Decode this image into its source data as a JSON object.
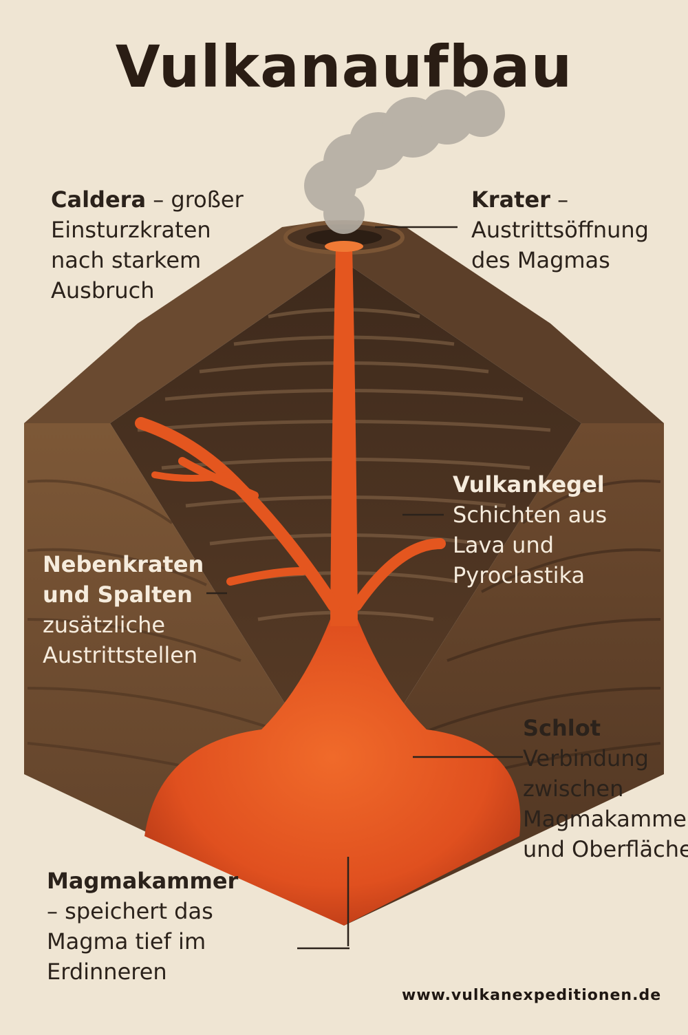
{
  "title": "Vulkanaufbau",
  "labels": {
    "caldera": {
      "head": "Caldera",
      "head_rest": " – großer",
      "lines": [
        "Einsturzkraten",
        "nach starkem",
        "Ausbruch"
      ]
    },
    "krater": {
      "head": "Krater",
      "head_rest": " –",
      "lines": [
        "Austrittsöffnung",
        "des Magmas"
      ]
    },
    "vulkankegel": {
      "head": "Vulkankegel",
      "lines": [
        "Schichten aus",
        "Lava und",
        "Pyroclastika"
      ]
    },
    "nebenkrater": {
      "head_lines": [
        "Nebenkraten",
        "und Spalten"
      ],
      "lines": [
        "zusätzliche",
        "Austrittstellen"
      ]
    },
    "schlot": {
      "head": "Schlot",
      "lines": [
        "Verbindung",
        "zwischen",
        "Magmakammer",
        "und Oberfläche"
      ]
    },
    "magmakammer": {
      "head": "Magmakammer",
      "lines": [
        "– speichert das",
        "Magma tief im",
        "Erdinneren"
      ]
    }
  },
  "footer": "www.vulkanexpeditionen.de",
  "colors": {
    "background": "#efe5d3",
    "magma": "#e0501f",
    "rock_dark": "#4a3322",
    "rock_mid": "#7a5535",
    "smoke": "#b4ada3"
  }
}
